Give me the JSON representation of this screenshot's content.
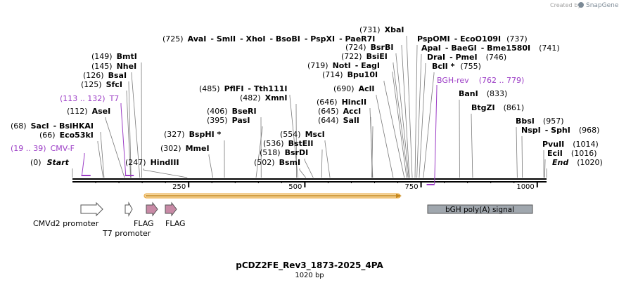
{
  "credit": {
    "prefix": "Created by",
    "brand": "SnapGene"
  },
  "map": {
    "title": "pCDZ2FE_Rev3_1873-2025_4PA",
    "length_label": "1020 bp",
    "length": 1020,
    "ticks": [
      "250",
      "500",
      "750",
      "1000"
    ],
    "tick_values": [
      250,
      500,
      750,
      1000
    ]
  },
  "colors": {
    "primer": "#9c3dc6",
    "orf": "#f2a23c",
    "polyA": "#a0a7ae",
    "flag": "#c88aa6",
    "promoter": "#ffffff"
  },
  "annotations": [
    {
      "pos": 68,
      "bp": "(68)",
      "names": [
        "SacI",
        "BsiHKAI"
      ]
    },
    {
      "pos": 66,
      "bp": "(66)",
      "names": [
        "Eco53kI"
      ]
    },
    {
      "pos": 149,
      "bp": "(149)",
      "names": [
        "BmtI"
      ]
    },
    {
      "pos": 145,
      "bp": "(145)",
      "names": [
        "NheI"
      ]
    },
    {
      "pos": 126,
      "bp": "(126)",
      "names": [
        "BsaI"
      ]
    },
    {
      "pos": 125,
      "bp": "(125)",
      "names": [
        "SfcI"
      ]
    },
    {
      "pos": 112,
      "bp": "(112)",
      "names": [
        "AseI"
      ]
    },
    {
      "pos": 247,
      "bp": "(247)",
      "names": [
        "HindIII"
      ]
    },
    {
      "pos": 302,
      "bp": "(302)",
      "names": [
        "MmeI"
      ]
    },
    {
      "pos": 327,
      "bp": "(327)",
      "names": [
        "BspHI *"
      ]
    },
    {
      "pos": 395,
      "bp": "(395)",
      "names": [
        "PasI"
      ]
    },
    {
      "pos": 406,
      "bp": "(406)",
      "names": [
        "BseRI"
      ]
    },
    {
      "pos": 482,
      "bp": "(482)",
      "names": [
        "XmnI"
      ]
    },
    {
      "pos": 485,
      "bp": "(485)",
      "names": [
        "PflFI",
        "Tth111I"
      ]
    },
    {
      "pos": 502,
      "bp": "(502)",
      "names": [
        "BsmI"
      ]
    },
    {
      "pos": 518,
      "bp": "(518)",
      "names": [
        "BsrDI"
      ]
    },
    {
      "pos": 536,
      "bp": "(536)",
      "names": [
        "BstEII"
      ]
    },
    {
      "pos": 554,
      "bp": "(554)",
      "names": [
        "MscI"
      ]
    },
    {
      "pos": 644,
      "bp": "(644)",
      "names": [
        "SalI"
      ]
    },
    {
      "pos": 645,
      "bp": "(645)",
      "names": [
        "AccI"
      ]
    },
    {
      "pos": 646,
      "bp": "(646)",
      "names": [
        "HincII"
      ]
    },
    {
      "pos": 690,
      "bp": "(690)",
      "names": [
        "AclI"
      ]
    },
    {
      "pos": 714,
      "bp": "(714)",
      "names": [
        "Bpu10I"
      ]
    },
    {
      "pos": 719,
      "bp": "(719)",
      "names": [
        "NotI",
        "EagI"
      ]
    },
    {
      "pos": 722,
      "bp": "(722)",
      "names": [
        "BsiEI"
      ]
    },
    {
      "pos": 724,
      "bp": "(724)",
      "names": [
        "BsrBI"
      ]
    },
    {
      "pos": 725,
      "bp": "(725)",
      "names": [
        "AvaI",
        "SmlI",
        "XhoI",
        "BsoBI",
        "PspXI",
        "PaeR7I"
      ]
    },
    {
      "pos": 731,
      "bp": "(731)",
      "names": [
        "XbaI"
      ]
    },
    {
      "pos": 737,
      "bp": "(737)",
      "names": [
        "PspOMI",
        "EcoO109I"
      ]
    },
    {
      "pos": 741,
      "bp": "(741)",
      "names": [
        "ApaI",
        "BaeGI",
        "Bme1580I"
      ]
    },
    {
      "pos": 746,
      "bp": "(746)",
      "names": [
        "DraI",
        "PmeI"
      ]
    },
    {
      "pos": 755,
      "bp": "(755)",
      "names": [
        "BclI *"
      ]
    },
    {
      "pos": 833,
      "bp": "(833)",
      "names": [
        "BanI"
      ]
    },
    {
      "pos": 861,
      "bp": "(861)",
      "names": [
        "BtgZI"
      ]
    },
    {
      "pos": 957,
      "bp": "(957)",
      "names": [
        "BbsI"
      ]
    },
    {
      "pos": 968,
      "bp": "(968)",
      "names": [
        "NspI",
        "SphI"
      ]
    },
    {
      "pos": 1014,
      "bp": "(1014)",
      "names": [
        "PvuII"
      ]
    },
    {
      "pos": 1016,
      "bp": "(1016)",
      "names": [
        "EciI"
      ]
    }
  ],
  "ends": {
    "start": {
      "pos": 0,
      "bp": "(0)",
      "name": "Start"
    },
    "end": {
      "pos": 1020,
      "bp": "(1020)",
      "name": "End"
    }
  },
  "primers": [
    {
      "name": "CMV-F",
      "range": "(19 .. 39)",
      "start": 19,
      "end": 39,
      "strand": "forward"
    },
    {
      "name": "T7",
      "range": "(113 .. 132)",
      "start": 113,
      "end": 132,
      "strand": "forward"
    },
    {
      "name": "BGH-rev",
      "range": "(762 .. 779)",
      "start": 762,
      "end": 779,
      "strand": "reverse"
    }
  ],
  "features": [
    {
      "name": "CMVd2 promoter",
      "kind": "promoter"
    },
    {
      "name": "T7 promoter",
      "kind": "promoter"
    },
    {
      "name": "FLAG",
      "kind": "tag"
    },
    {
      "name": "FLAG",
      "kind": "tag"
    },
    {
      "name": "bGH poly(A) signal",
      "kind": "polyA"
    }
  ]
}
